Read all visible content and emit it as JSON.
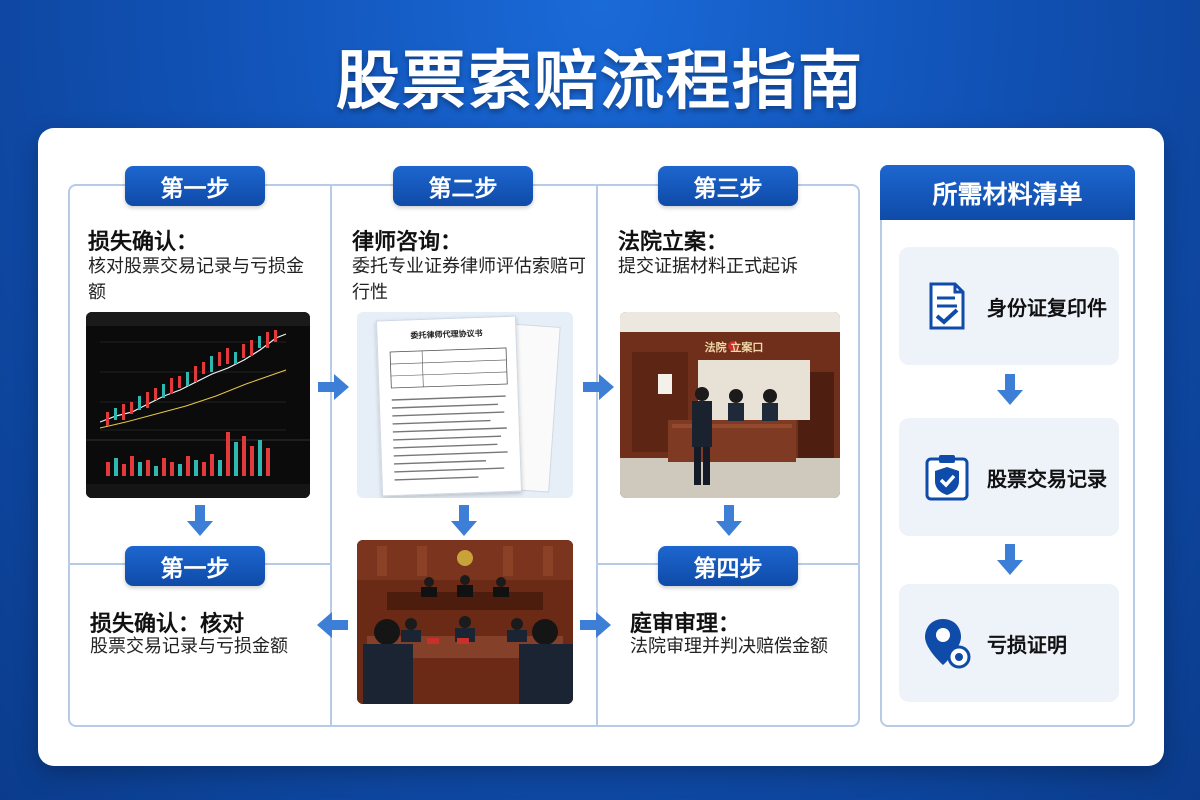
{
  "title": "股票索赔流程指南",
  "steps": {
    "s1": {
      "badge": "第一步",
      "head": "损失确认：",
      "desc": "核对股票交易记录与亏损金额"
    },
    "s2": {
      "badge": "第二步",
      "head": "律师咨询：",
      "desc": "委托专业证券律师评估索赔可行性"
    },
    "s3": {
      "badge": "第三步",
      "head": "法院立案：",
      "desc": "提交证据材料正式起诉"
    },
    "s4": {
      "badge": "第四步",
      "head": "庭审审理：",
      "desc": "法院审理并判决赔偿金额"
    },
    "s5": {
      "badge": "第一步",
      "head": "损失确认：核对",
      "desc": "股票交易记录与亏损金额"
    }
  },
  "document_header": "委托律师代理协议书",
  "court_sign": "法院 立案口",
  "materials": {
    "title": "所需材料清单",
    "items": [
      {
        "label": "身份证复印件",
        "icon": "document-check-icon"
      },
      {
        "label": "股票交易记录",
        "icon": "shield-check-icon"
      },
      {
        "label": "亏损证明",
        "icon": "location-pin-icon"
      }
    ]
  },
  "colors": {
    "brand": "#1152b6",
    "badge": "#0f4ba8",
    "arrow": "#3d7fd6",
    "line": "#b7cbe6"
  }
}
